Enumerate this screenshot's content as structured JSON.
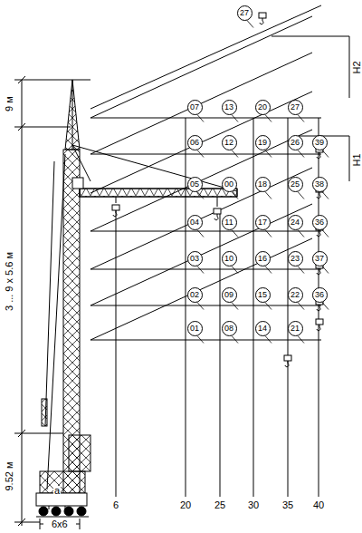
{
  "diagram": {
    "nodes": [
      {
        "text": [
          "27"
        ]
      },
      {
        "text": [
          "07"
        ]
      },
      {
        "text": [
          "13"
        ]
      },
      {
        "text": [
          "20"
        ]
      },
      {
        "text": [
          "27"
        ]
      },
      {
        "text": [
          "06"
        ]
      },
      {
        "text": [
          "12"
        ]
      },
      {
        "text": [
          "19"
        ]
      },
      {
        "text": [
          "26"
        ]
      },
      {
        "text": [
          "39"
        ]
      },
      {
        "text": [
          "05"
        ]
      },
      {
        "text": [
          "00"
        ]
      },
      {
        "text": [
          "18"
        ]
      },
      {
        "text": [
          "25"
        ]
      },
      {
        "text": [
          "38"
        ]
      },
      {
        "text": [
          "04"
        ]
      },
      {
        "text": [
          "11"
        ]
      },
      {
        "text": [
          "17"
        ]
      },
      {
        "text": [
          "24"
        ]
      },
      {
        "text": [
          "36"
        ]
      },
      {
        "text": [
          "03"
        ]
      },
      {
        "text": [
          "10"
        ]
      },
      {
        "text": [
          "16"
        ]
      },
      {
        "text": [
          "23"
        ]
      },
      {
        "text": [
          "37"
        ]
      },
      {
        "text": [
          "02"
        ]
      },
      {
        "text": [
          "09"
        ]
      },
      {
        "text": [
          "15"
        ]
      },
      {
        "text": [
          "22"
        ]
      },
      {
        "text": [
          "36"
        ]
      },
      {
        "text": [
          "01"
        ]
      },
      {
        "text": [
          "08"
        ]
      },
      {
        "text": [
          "14"
        ]
      },
      {
        "text": [
          "21"
        ]
      }
    ],
    "labels": [
      "9 м",
      "3 ... 9 х 5.6 м",
      "9.52 м",
      "а",
      "6х6",
      "Н2",
      "Н1",
      "6",
      "20",
      "25",
      "30",
      "35",
      "40"
    ]
  }
}
